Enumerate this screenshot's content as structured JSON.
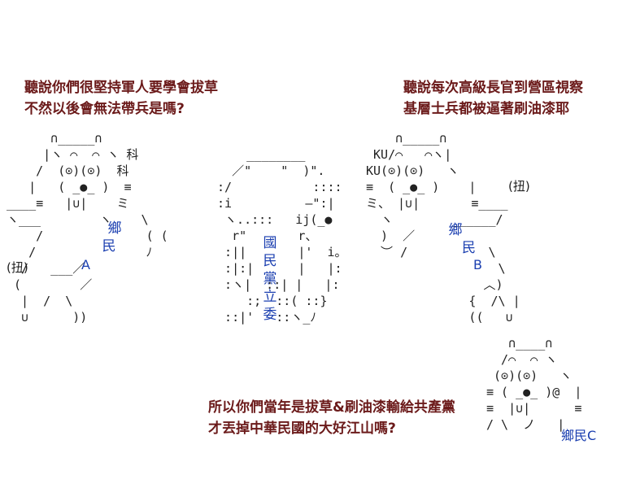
{
  "speech": {
    "top_left": [
      "聽說你們很堅持軍人要學會拔草",
      "不然以後會無法帶兵是嗎?"
    ],
    "top_right": [
      "聽說每次高級長官到營區視察",
      "基層士兵都被逼著刷油漆耶"
    ],
    "bottom": [
      "所以你們當年是拔草&刷油漆輸給共產黨",
      "才丟掉中華民國的大好江山嗎?"
    ]
  },
  "labels": {
    "villager_a_vertical": [
      "鄉",
      "民"
    ],
    "villager_a_letter": "A",
    "villager_b_vertical": [
      "鄉",
      "民"
    ],
    "villager_b_letter": "B",
    "villager_c": "鄉民C",
    "legislator_vertical": [
      "國",
      "民",
      "黨",
      "立",
      "委"
    ],
    "twist_left": "(扭)",
    "twist_right": "(扭)"
  },
  "art": {
    "bear_a": "      ∩_____∩\n     |ヽ ⌒  ⌒ ヽ 科\n    /  (⊙)(⊙)  科\n   |   ( _●_ )  ≡\n____≡   |∪|    ミ\nヽ___        ヽ    \\\n    /              ( (\n   /               ﾉ\n  /   ___／\n (        ／\n  |  /  \\\n  ∪      ))",
    "legislator": "     ________\n   ／\"    \"  )\".\n :/           ::::\n :i          —\":|\n  ヽ..:::   ij(_●\n   r\"       r、\n  :||       |'  i。\n  :|:|      |   |:\n  :ヽ|  ::| |   |:\n     :;  ::( ::}\n  ::|'   ::ヽ_ﾉ",
    "bear_b": "    ∩_____∩\n KU/⌒   ⌒ヽ|\nKU(⊙)(⊙)   ヽ\n≡  ( _●_ )    |\nミ、 |∪|       ≡____\n  ヽ        ______/\n  )  ／\n  ︶ /           \\\n                  \\\n                ︿)\n              {  /\\ |\n              ((   ∪",
    "bear_c": "   ∩____∩\n  /⌒  ⌒ ヽ\n (⊙)(⊙)   ヽ\n≡ ( _●_ )@  |\n≡  |∪|      ≡\n/ \\  ノ   |"
  }
}
